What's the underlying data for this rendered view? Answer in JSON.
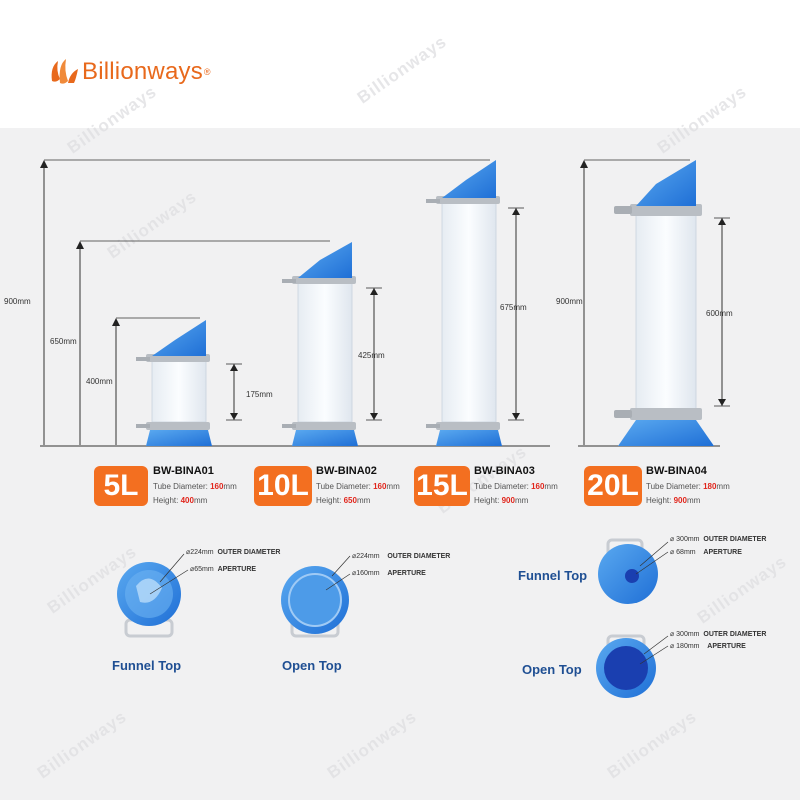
{
  "brand": {
    "name": "Billionways",
    "reg": "®"
  },
  "watermark": "Billionways",
  "dims": {
    "d900a": "900mm",
    "d650": "650mm",
    "d400": "400mm",
    "d175": "175mm",
    "d425": "425mm",
    "d675": "675mm",
    "d900b": "900mm",
    "d600": "600mm"
  },
  "products": [
    {
      "cap": "5L",
      "model": "BW-BINA01",
      "diam_label": "Tube Diameter: ",
      "diam": "160",
      "diam_unit": "mm",
      "h_label": "Height: ",
      "h": "400",
      "h_unit": "mm"
    },
    {
      "cap": "10L",
      "model": "BW-BINA02",
      "diam_label": "Tube Diameter: ",
      "diam": "160",
      "diam_unit": "mm",
      "h_label": "Height: ",
      "h": "650",
      "h_unit": "mm"
    },
    {
      "cap": "15L",
      "model": "BW-BINA03",
      "diam_label": "Tube Diameter: ",
      "diam": "160",
      "diam_unit": "mm",
      "h_label": "Height: ",
      "h": "900",
      "h_unit": "mm"
    },
    {
      "cap": "20L",
      "model": "BW-BINA04",
      "diam_label": "Tube Diameter: ",
      "diam": "180",
      "diam_unit": "mm",
      "h_label": "Height: ",
      "h": "900",
      "h_unit": "mm"
    }
  ],
  "tops": {
    "small_funnel": {
      "label": "Funnel Top",
      "outer": "⌀224mm",
      "outer_text": "OUTER DIAMETER",
      "ap": "⌀65mm",
      "ap_text": "APERTURE"
    },
    "small_open": {
      "label": "Open Top",
      "outer": "⌀224mm",
      "outer_text": "OUTER DIAMETER",
      "ap": "⌀160mm",
      "ap_text": "APERTURE"
    },
    "large_funnel": {
      "label": "Funnel Top",
      "outer": "⌀ 300mm",
      "outer_text": "OUTER DIAMETER",
      "ap": "⌀ 68mm",
      "ap_text": "APERTURE"
    },
    "large_open": {
      "label": "Open Top",
      "outer": "⌀ 300mm",
      "outer_text": "OUTER DIAMETER",
      "ap": "⌀ 180mm",
      "ap_text": "APERTURE"
    }
  },
  "colors": {
    "accent": "#f36f20",
    "blue": "#3a8ee6",
    "label_blue": "#1f4f93",
    "red": "#e1261c"
  }
}
